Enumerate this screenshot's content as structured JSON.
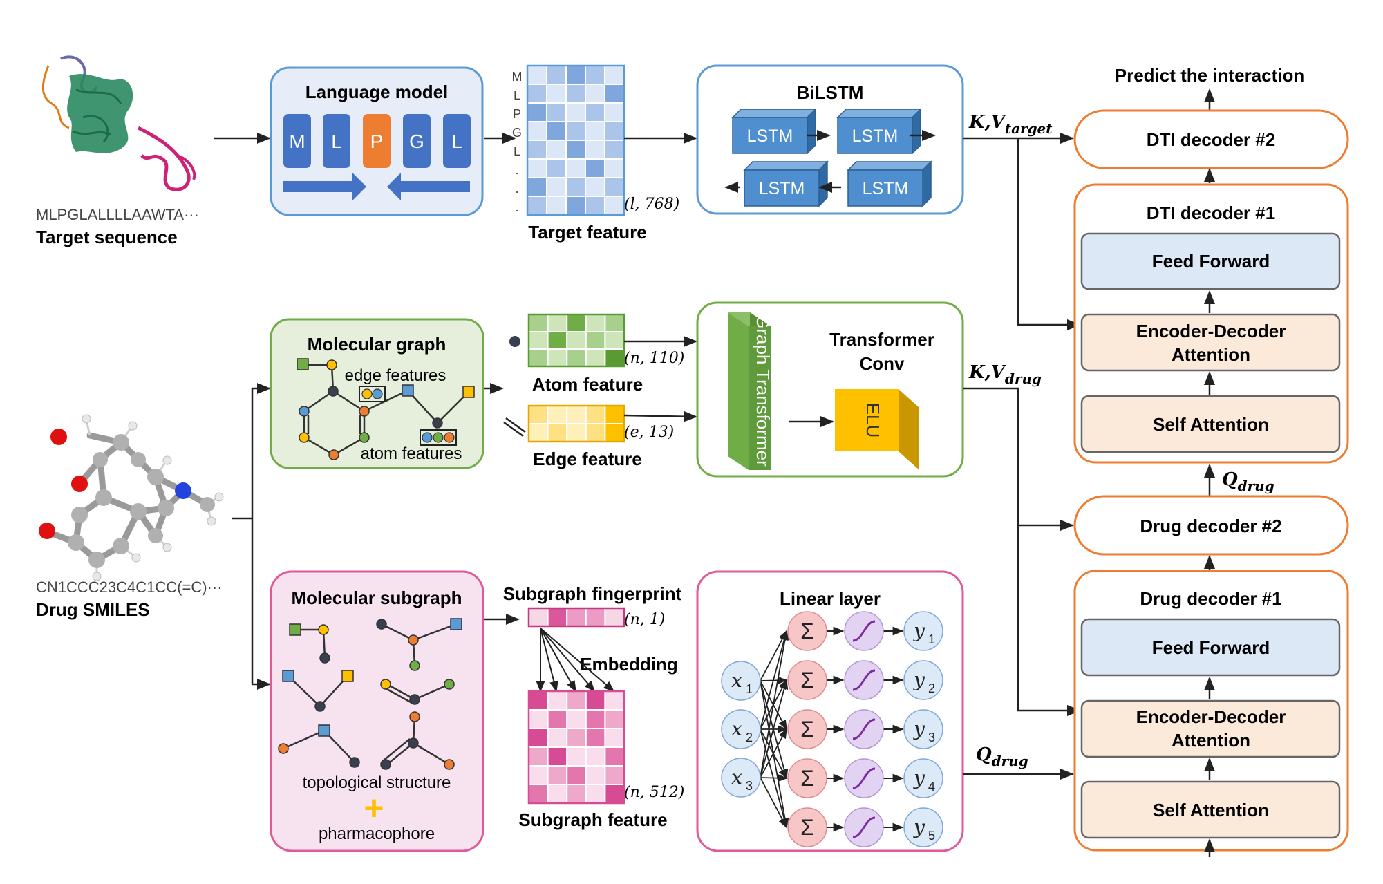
{
  "inputs": {
    "target_seq": "MLPGLALLLLAAWTA···",
    "target_label": "Target sequence",
    "drug_smiles": "CN1CCC23C4C1CC(=C)···",
    "drug_label": "Drug SMILES"
  },
  "lm": {
    "title": "Language model",
    "tokens": [
      "M",
      "L",
      "P",
      "G",
      "L"
    ]
  },
  "target_feature": {
    "letters": [
      "M",
      "L",
      "P",
      "G",
      "L",
      ".",
      ".",
      "."
    ],
    "shape": "(l, 768)",
    "label": "Target feature"
  },
  "bilstm": {
    "title": "BiLSTM",
    "cell": "LSTM"
  },
  "kv_target": {
    "base": "K,V",
    "sub": "target"
  },
  "kv_drug": {
    "base": "K,V",
    "sub": "drug"
  },
  "q_drug": {
    "base": "Q",
    "sub": "drug"
  },
  "molgraph": {
    "title": "Molecular graph",
    "edge_features": "edge features",
    "atom_features": "atom features"
  },
  "atom_feature": {
    "shape": "(n, 110)",
    "label": "Atom feature"
  },
  "edge_feature": {
    "shape": "(e, 13)",
    "label": "Edge feature"
  },
  "transformer_conv": {
    "graph_transformer": "Graph Transformer",
    "title_line1": "Transformer",
    "title_line2": "Conv",
    "elu": "ELU"
  },
  "subgraph": {
    "title": "Molecular subgraph",
    "topo": "topological structure",
    "plus": "+",
    "pharma": "pharmacophore"
  },
  "fingerprint": {
    "label": "Subgraph fingerprint",
    "shape": "(n, 1)"
  },
  "embedding_label": "Embedding",
  "subgraph_feature": {
    "shape": "(n, 512)",
    "label": "Subgraph feature"
  },
  "linear": {
    "title": "Linear layer",
    "inputs": [
      "x",
      "x",
      "x"
    ],
    "input_subs": [
      "1",
      "2",
      "3"
    ],
    "sum_symbol": "Σ",
    "outputs": [
      "y",
      "y",
      "y",
      "y",
      "y"
    ],
    "output_subs": [
      "1",
      "2",
      "3",
      "4",
      "5"
    ]
  },
  "decoders": {
    "predict": "Predict the interaction",
    "dti2": "DTI decoder #2",
    "dti1": "DTI decoder #1",
    "drug2": "Drug decoder #2",
    "drug1": "Drug decoder #1",
    "feed_forward": "Feed Forward",
    "enc_dec_1": "Encoder-Decoder",
    "enc_dec_2": "Attention",
    "self_attention": "Self Attention"
  },
  "colors": {
    "blue_box": "#5b9bd5",
    "green_box": "#70ad47",
    "pink_box": "#e05a98",
    "orange_box": "#ed7d31",
    "token_blue": "#4472c4",
    "token_orange": "#ed7d31"
  }
}
